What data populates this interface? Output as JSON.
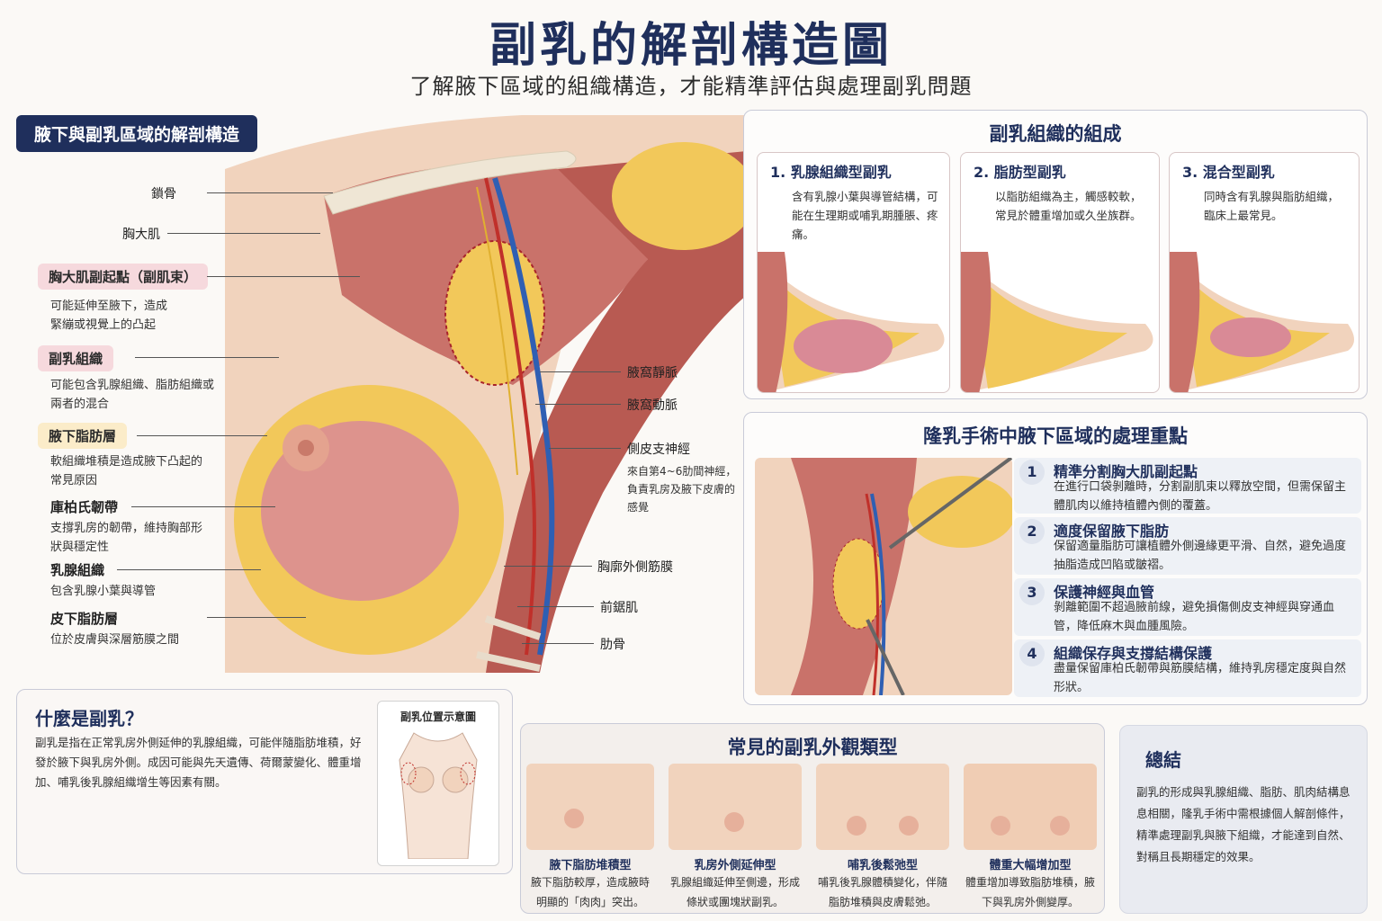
{
  "header": {
    "title": "副乳的解剖構造圖",
    "subtitle": "了解腋下區域的組織構造，才能精準評估與處理副乳問題"
  },
  "anatomy": {
    "tab": "腋下與副乳區域的解剖構造",
    "left_labels": {
      "clavicle": "鎖骨",
      "pec_major": "胸大肌",
      "pec_accessory": "胸大肌副起點（副肌束）",
      "pec_accessory_desc": "可能延伸至腋下，造成緊繃或視覺上的凸起",
      "accessory_tissue": "副乳組織",
      "accessory_tissue_desc": "可能包含乳腺組織、脂肪組織或兩者的混合",
      "axillary_fat": "腋下脂肪層",
      "axillary_fat_desc": "軟組織堆積是造成腋下凸起的常見原因",
      "cooper": "庫柏氏韌帶",
      "cooper_desc": "支撐乳房的韌帶，維持胸部形狀與穩定性",
      "gland": "乳腺組織",
      "gland_desc": "包含乳腺小葉與導管",
      "subq_fat": "皮下脂肪層",
      "subq_fat_desc": "位於皮膚與深層筋膜之間"
    },
    "right_labels": {
      "vein": "腋窩靜脈",
      "artery": "腋窩動脈",
      "nerve": "側皮支神經",
      "nerve_desc": "來自第4~6肋間神經，負責乳房及腋下皮膚的感覺",
      "fascia": "胸廓外側筋膜",
      "serratus": "前鋸肌",
      "rib": "肋骨"
    }
  },
  "composition": {
    "title": "副乳組織的組成",
    "cards": [
      {
        "head": "1. 乳腺組織型副乳",
        "text": "含有乳腺小葉與導管結構，可能在生理期或哺乳期腫脹、疼痛。"
      },
      {
        "head": "2. 脂肪型副乳",
        "text": "以脂肪組織為主，觸感較軟，常見於體重增加或久坐族群。"
      },
      {
        "head": "3. 混合型副乳",
        "text": "同時含有乳腺與脂肪組織，臨床上最常見。"
      }
    ]
  },
  "surgery": {
    "title": "隆乳手術中腋下區域的處理重點",
    "steps": [
      {
        "num": "1",
        "title": "精準分割胸大肌副起點",
        "text": "在進行口袋剝離時，分割副肌束以釋放空間，但需保留主體肌肉以維持植體內側的覆蓋。"
      },
      {
        "num": "2",
        "title": "適度保留腋下脂肪",
        "text": "保留適量脂肪可讓植體外側邊緣更平滑、自然，避免過度抽脂造成凹陷或皺褶。"
      },
      {
        "num": "3",
        "title": "保護神經與血管",
        "text": "剝離範圍不超過腋前線，避免損傷側皮支神經與穿通血管，降低麻木與血腫風險。"
      },
      {
        "num": "4",
        "title": "組織保存與支撐結構保護",
        "text": "盡量保留庫柏氏韌帶與筋膜結構，維持乳房穩定度與自然形狀。"
      }
    ]
  },
  "what_is": {
    "title": "什麼是副乳？",
    "text": "副乳是指在正常乳房外側延伸的乳腺組織，可能伴隨脂肪堆積，好發於腋下與乳房外側。成因可能與先天遺傳、荷爾蒙變化、體重增加、哺乳後乳腺組織增生等因素有關。",
    "diagram_title": "副乳位置示意圖"
  },
  "types": {
    "title": "常見的副乳外觀類型",
    "items": [
      {
        "title": "腋下脂肪堆積型",
        "text": "腋下脂肪較厚，造成腋時明顯的「肉肉」突出。"
      },
      {
        "title": "乳房外側延伸型",
        "text": "乳腺組織延伸至側邊，形成條狀或團塊狀副乳。"
      },
      {
        "title": "哺乳後鬆弛型",
        "text": "哺乳後乳腺體積變化，伴隨脂肪堆積與皮膚鬆弛。"
      },
      {
        "title": "體重大幅增加型",
        "text": "體重增加導致脂肪堆積，腋下與乳房外側變厚。"
      }
    ]
  },
  "summary": {
    "title": "總結",
    "text": "副乳的形成與乳腺組織、脂肪、肌肉結構息息相關，隆乳手術中需根據個人解剖條件，精準處理副乳與腋下組織，才能達到自然、對稱且長期穩定的效果。"
  },
  "colors": {
    "navy": "#1f2f5c",
    "skin": "#f1d3bd",
    "muscle": "#c9726a",
    "fat": "#f2c85a",
    "gland": "#d98a96",
    "vein": "#2f5fb3",
    "artery": "#c0302a"
  }
}
